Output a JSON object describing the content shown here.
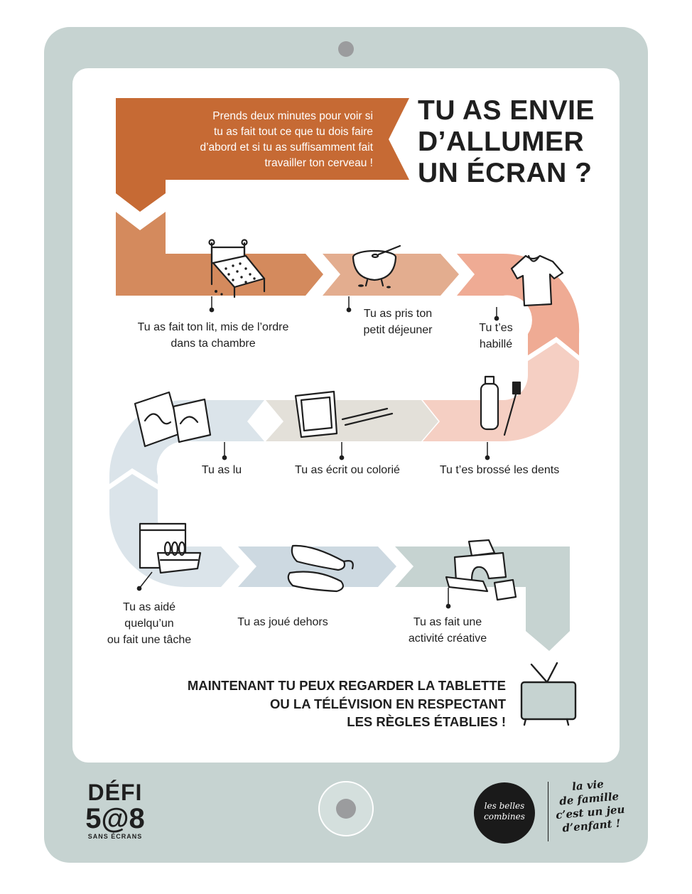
{
  "heading": {
    "title_line1": "TU AS ENVIE",
    "title_line2": "D’ALLUMER",
    "title_line3": "UN ÉCRAN ?"
  },
  "intro": {
    "line1": "Prends deux minutes pour voir si",
    "line2": "tu as fait tout ce que tu dois faire",
    "line3": "d’abord et si tu as suffisamment fait",
    "line4": "travailler ton cerveau !"
  },
  "steps": [
    {
      "line1": "Tu as fait ton lit, mis de l’ordre",
      "line2": "dans ta chambre",
      "icon": "bed-icon"
    },
    {
      "line1": "Tu as pris ton",
      "line2": "petit déjeuner",
      "icon": "cereal-bowl-icon"
    },
    {
      "line1": "Tu t’es",
      "line2": "habillé",
      "icon": "tshirt-icon"
    },
    {
      "line1": "Tu t’es brossé les dents",
      "icon": "toothbrush-icon"
    },
    {
      "line1": "Tu as écrit ou colorié",
      "icon": "notebook-pencils-icon"
    },
    {
      "line1": "Tu as lu",
      "icon": "books-icon"
    },
    {
      "line1": "Tu as aidé",
      "line2": "quelqu’un",
      "line3": "ou fait une tâche",
      "icon": "dishwasher-icon"
    },
    {
      "line1": "Tu as joué dehors",
      "icon": "shoes-icon"
    },
    {
      "line1": "Tu as fait une",
      "line2": "activité créative",
      "icon": "building-blocks-icon"
    }
  ],
  "final": {
    "line1": "MAINTENANT TU PEUX REGARDER LA TABLETTE",
    "line2": "OU LA TÉLÉVISION EN RESPECTANT",
    "line3": "LES RÈGLES ÉTABLIES !",
    "icon": "television-icon"
  },
  "footer": {
    "defi_title": "DÉFI",
    "defi_number": "5@8",
    "defi_sub": "SANS ÉCRANS",
    "brand_line1": "les belles",
    "brand_line2": "combines",
    "tagline_line1": "la vie",
    "tagline_line2": "de famille",
    "tagline_line3": "c’est un jeu",
    "tagline_line4": "d’enfant !"
  },
  "colors": {
    "tablet": "#c6d3d1",
    "orange_dark": "#c66a34",
    "orange": "#d48a5d",
    "peach": "#e3ad8f",
    "salmon": "#efab94",
    "salmon_light": "#f5cfc3",
    "beige": "#e3e0d9",
    "blue_light": "#dbe4ea",
    "blue": "#cdd9e1",
    "sage": "#c6d3d1"
  }
}
